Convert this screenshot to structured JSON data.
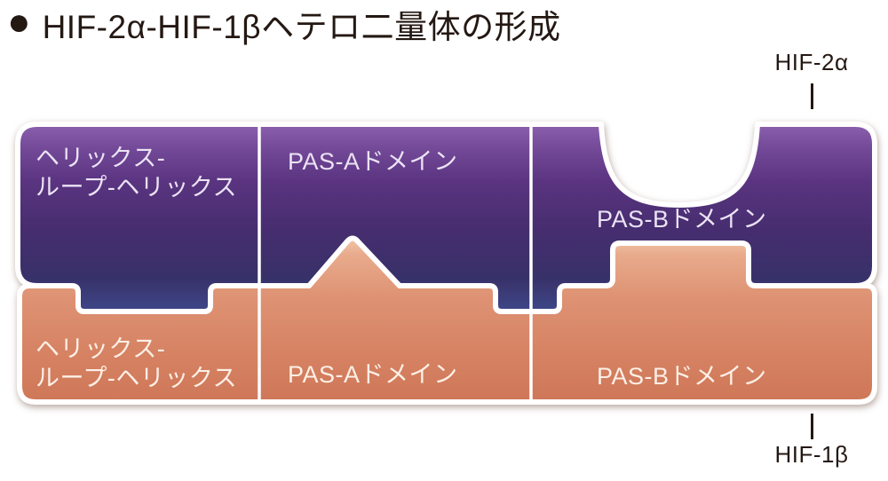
{
  "title": {
    "bullet": "●",
    "text": "HIF-2α-HIF-1βヘテロ二量体の形成"
  },
  "annotations": {
    "top_protein_name": "HIF-2α",
    "bottom_protein_name": "HIF-1β"
  },
  "proteins": {
    "hif2a": {
      "name": "HIF-2α",
      "domains": [
        {
          "line1": "ヘリックス-",
          "line2": "ループ-ヘリックス"
        },
        {
          "line1": "PAS-Aドメイン",
          "line2": ""
        },
        {
          "line1": "PAS-Bドメイン",
          "line2": ""
        }
      ]
    },
    "hif1b": {
      "name": "HIF-1β",
      "domains": [
        {
          "line1": "ヘリックス-",
          "line2": "ループ-ヘリックス"
        },
        {
          "line1": "PAS-Aドメイン",
          "line2": ""
        },
        {
          "line1": "PAS-Bドメイン",
          "line2": ""
        }
      ]
    }
  },
  "colors": {
    "text_dark": "#241813",
    "label_purple": "#ebe3f4",
    "label_orange": "#fcf0e6",
    "background": "#ffffff",
    "purple_top": "#8b60ae",
    "purple_mid": "#462d6f",
    "purple_bottom": "#3f4a8d",
    "orange_top": "#f3c6a9",
    "orange_mid": "#de9374",
    "orange_bottom": "#ce7758",
    "outline": "#ffffff"
  }
}
